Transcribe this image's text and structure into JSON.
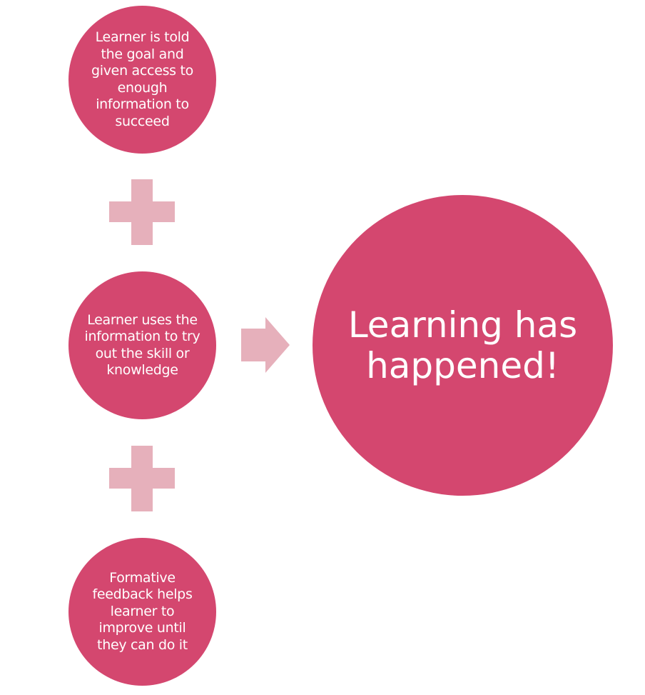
{
  "steps": [
    {
      "text": "Learner is told the goal and given access to enough information to succeed"
    },
    {
      "text": "Learner uses the information to try out the skill or knowledge"
    },
    {
      "text": "Formative feedback helps learner to improve until they can do it"
    }
  ],
  "result": {
    "text": "Learning has happened!"
  },
  "colors": {
    "circle": "#D4476F",
    "connector": "#E6B0BB"
  }
}
